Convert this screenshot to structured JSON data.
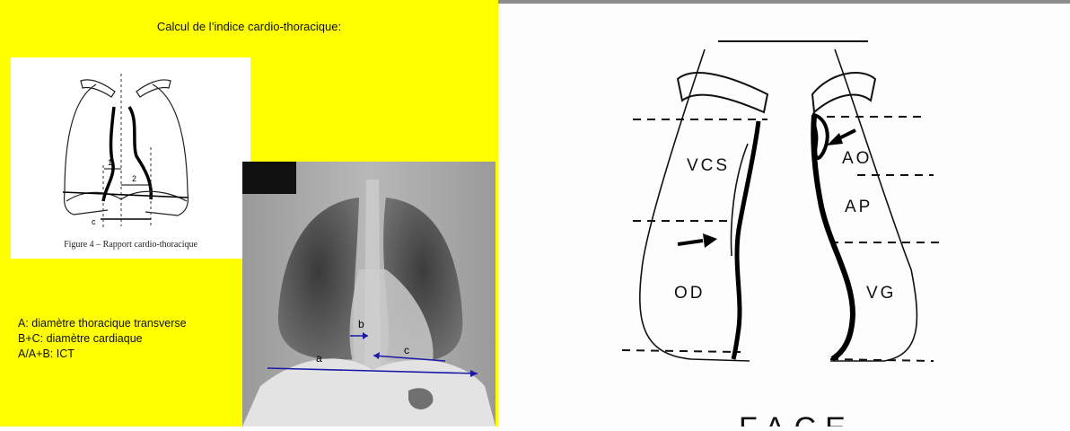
{
  "left": {
    "title": "Calcul de l’indice cardio-thoracique:",
    "figure": {
      "caption": "Figure 4 – Rapport cardio-thoracique",
      "labels": {
        "one": "1",
        "two": "2",
        "c": "c"
      }
    },
    "xray": {
      "label_a": "a",
      "label_b": "b",
      "label_c": "c"
    },
    "legend": [
      "A:  diamètre thoracique transverse",
      "B+C: diamètre cardiaque",
      "A/A+B:   ICT"
    ]
  },
  "right": {
    "labels": {
      "vcs": "VCS",
      "ao": "AO",
      "ap": "AP",
      "od": "OD",
      "vg": "VG",
      "face": "FACE"
    }
  },
  "colors": {
    "background_left": "#ffff00",
    "annotation_blue": "#1a1aa6"
  }
}
